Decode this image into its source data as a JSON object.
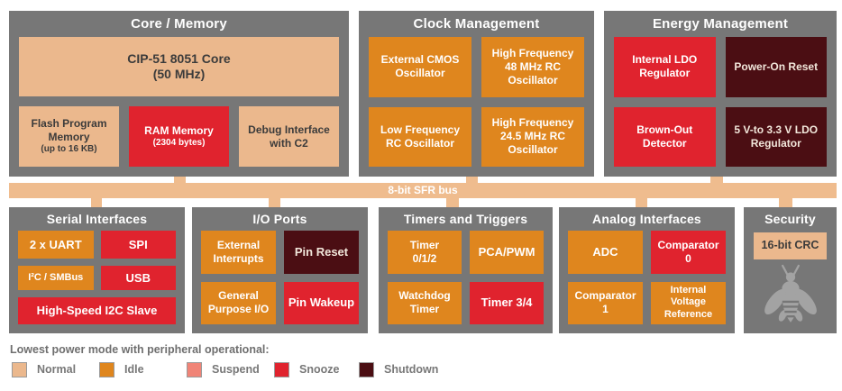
{
  "colors": {
    "panel_gray": "#777777",
    "bus_tan": "#EFBC8E",
    "normal": "#EBB88D",
    "idle": "#DF861E",
    "suspend": "#F08477",
    "snooze": "#E0232E",
    "shutdown": "#4B0E13",
    "bee_gray": "#A3A3A3",
    "title_text": "#FFFFFF"
  },
  "bus": {
    "label": "8-bit SFR bus"
  },
  "panels": {
    "core": {
      "title": "Core / Memory",
      "cpu_line1": "CIP-51 8051 Core",
      "cpu_line2": "(50 MHz)",
      "flash_label": "Flash Program Memory",
      "flash_sub": "(up to 16 KB)",
      "ram_label": "RAM Memory",
      "ram_sub": "(2304 bytes)",
      "debug_label": "Debug Interface with C2"
    },
    "clock": {
      "title": "Clock Management",
      "blocks": [
        "External CMOS Oscillator",
        "High Frequency 48 MHz RC Oscillator",
        "Low Frequency RC Oscillator",
        "High Frequency 24.5 MHz RC Oscillator"
      ]
    },
    "energy": {
      "title": "Energy Management",
      "blocks": [
        "Internal LDO Regulator",
        "Power-On Reset",
        "Brown-Out Detector",
        "5 V-to 3.3 V LDO Regulator"
      ]
    },
    "serial": {
      "title": "Serial Interfaces",
      "blocks": [
        "2 x UART",
        "SPI",
        "I²C / SMBus",
        "USB",
        "High-Speed I2C Slave"
      ]
    },
    "io": {
      "title": "I/O Ports",
      "blocks": [
        "External Interrupts",
        "Pin Reset",
        "General Purpose I/O",
        "Pin Wakeup"
      ]
    },
    "timers": {
      "title": "Timers and Triggers",
      "blocks": [
        "Timer 0/1/2",
        "PCA/PWM",
        "Watchdog Timer",
        "Timer 3/4"
      ]
    },
    "analog": {
      "title": "Analog Interfaces",
      "blocks": [
        "ADC",
        "Comparator 0",
        "Comparator 1",
        "Internal Voltage Reference"
      ]
    },
    "security": {
      "title": "Security",
      "crc_label": "16-bit CRC",
      "icon": "busy-bee-icon"
    }
  },
  "legend": {
    "title": "Lowest power mode with peripheral operational:",
    "items": [
      {
        "label": "Normal",
        "color": "#EBB88D"
      },
      {
        "label": "Idle",
        "color": "#DF861E"
      },
      {
        "label": "Suspend",
        "color": "#F08477"
      },
      {
        "label": "Snooze",
        "color": "#E0232E"
      },
      {
        "label": "Shutdown",
        "color": "#4B0E13"
      }
    ]
  }
}
